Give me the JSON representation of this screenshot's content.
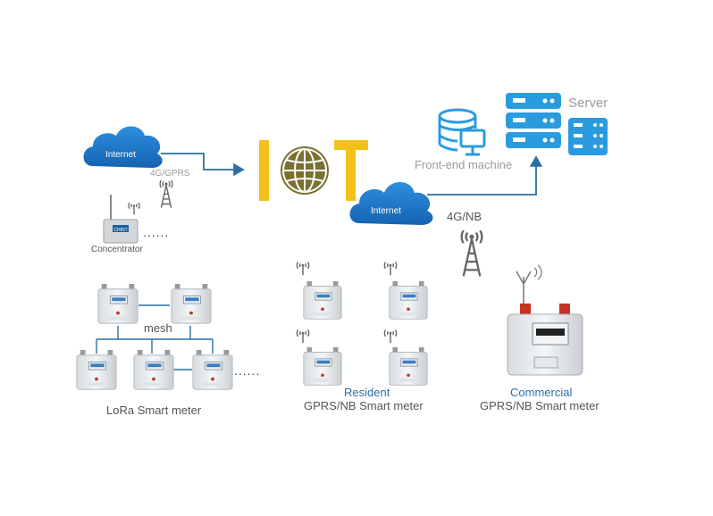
{
  "title_logo": "IoT",
  "clouds": {
    "left": "Internet",
    "center": "Internet"
  },
  "labels": {
    "net_4g_gprs": "4G/GPRS",
    "net_4g_nb": "4G/NB",
    "concentrator": "Concentrator",
    "concentrator_badge": "CHINT",
    "ellipsis": "......",
    "mesh": "mesh",
    "lora_meter": "LoRa Smart meter",
    "resident_title": "Resident",
    "resident_sub": "GPRS/NB Smart meter",
    "commercial_title": "Commercial",
    "commercial_sub": "GPRS/NB Smart meter",
    "frontend": "Front-end machine",
    "server": "Server"
  },
  "colors": {
    "cloud": "#1f78c8",
    "accent_blue": "#2b9be0",
    "iot_yellow": "#f2c21a",
    "globe_olive": "#7a7030",
    "arrow": "#2a6ea5",
    "text_grey": "#9a9a9a"
  }
}
